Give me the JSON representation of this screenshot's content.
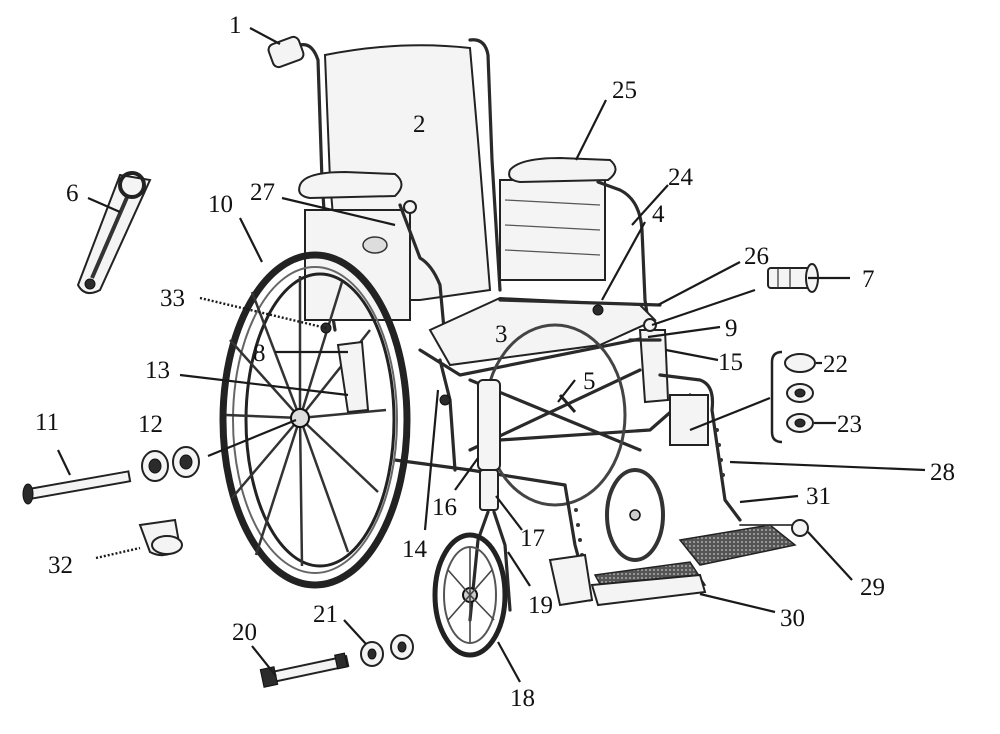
{
  "diagram": {
    "callouts": [
      {
        "id": "1",
        "text": "1"
      },
      {
        "id": "2",
        "text": "2"
      },
      {
        "id": "3",
        "text": "3"
      },
      {
        "id": "4",
        "text": "4"
      },
      {
        "id": "5",
        "text": "5"
      },
      {
        "id": "6",
        "text": "6"
      },
      {
        "id": "7",
        "text": "7"
      },
      {
        "id": "8",
        "text": "8"
      },
      {
        "id": "9",
        "text": "9"
      },
      {
        "id": "10",
        "text": "10"
      },
      {
        "id": "11",
        "text": "11"
      },
      {
        "id": "12",
        "text": "12"
      },
      {
        "id": "13",
        "text": "13"
      },
      {
        "id": "14",
        "text": "14"
      },
      {
        "id": "15",
        "text": "15"
      },
      {
        "id": "16",
        "text": "16"
      },
      {
        "id": "17",
        "text": "17"
      },
      {
        "id": "18",
        "text": "18"
      },
      {
        "id": "19",
        "text": "19"
      },
      {
        "id": "20",
        "text": "20"
      },
      {
        "id": "21",
        "text": "21"
      },
      {
        "id": "22",
        "text": "22"
      },
      {
        "id": "23",
        "text": "23"
      },
      {
        "id": "24",
        "text": "24"
      },
      {
        "id": "25",
        "text": "25"
      },
      {
        "id": "26",
        "text": "26"
      },
      {
        "id": "27",
        "text": "27"
      },
      {
        "id": "28",
        "text": "28"
      },
      {
        "id": "29",
        "text": "29"
      },
      {
        "id": "30",
        "text": "30"
      },
      {
        "id": "31",
        "text": "31"
      },
      {
        "id": "32",
        "text": "32"
      },
      {
        "id": "33",
        "text": "33"
      }
    ]
  }
}
